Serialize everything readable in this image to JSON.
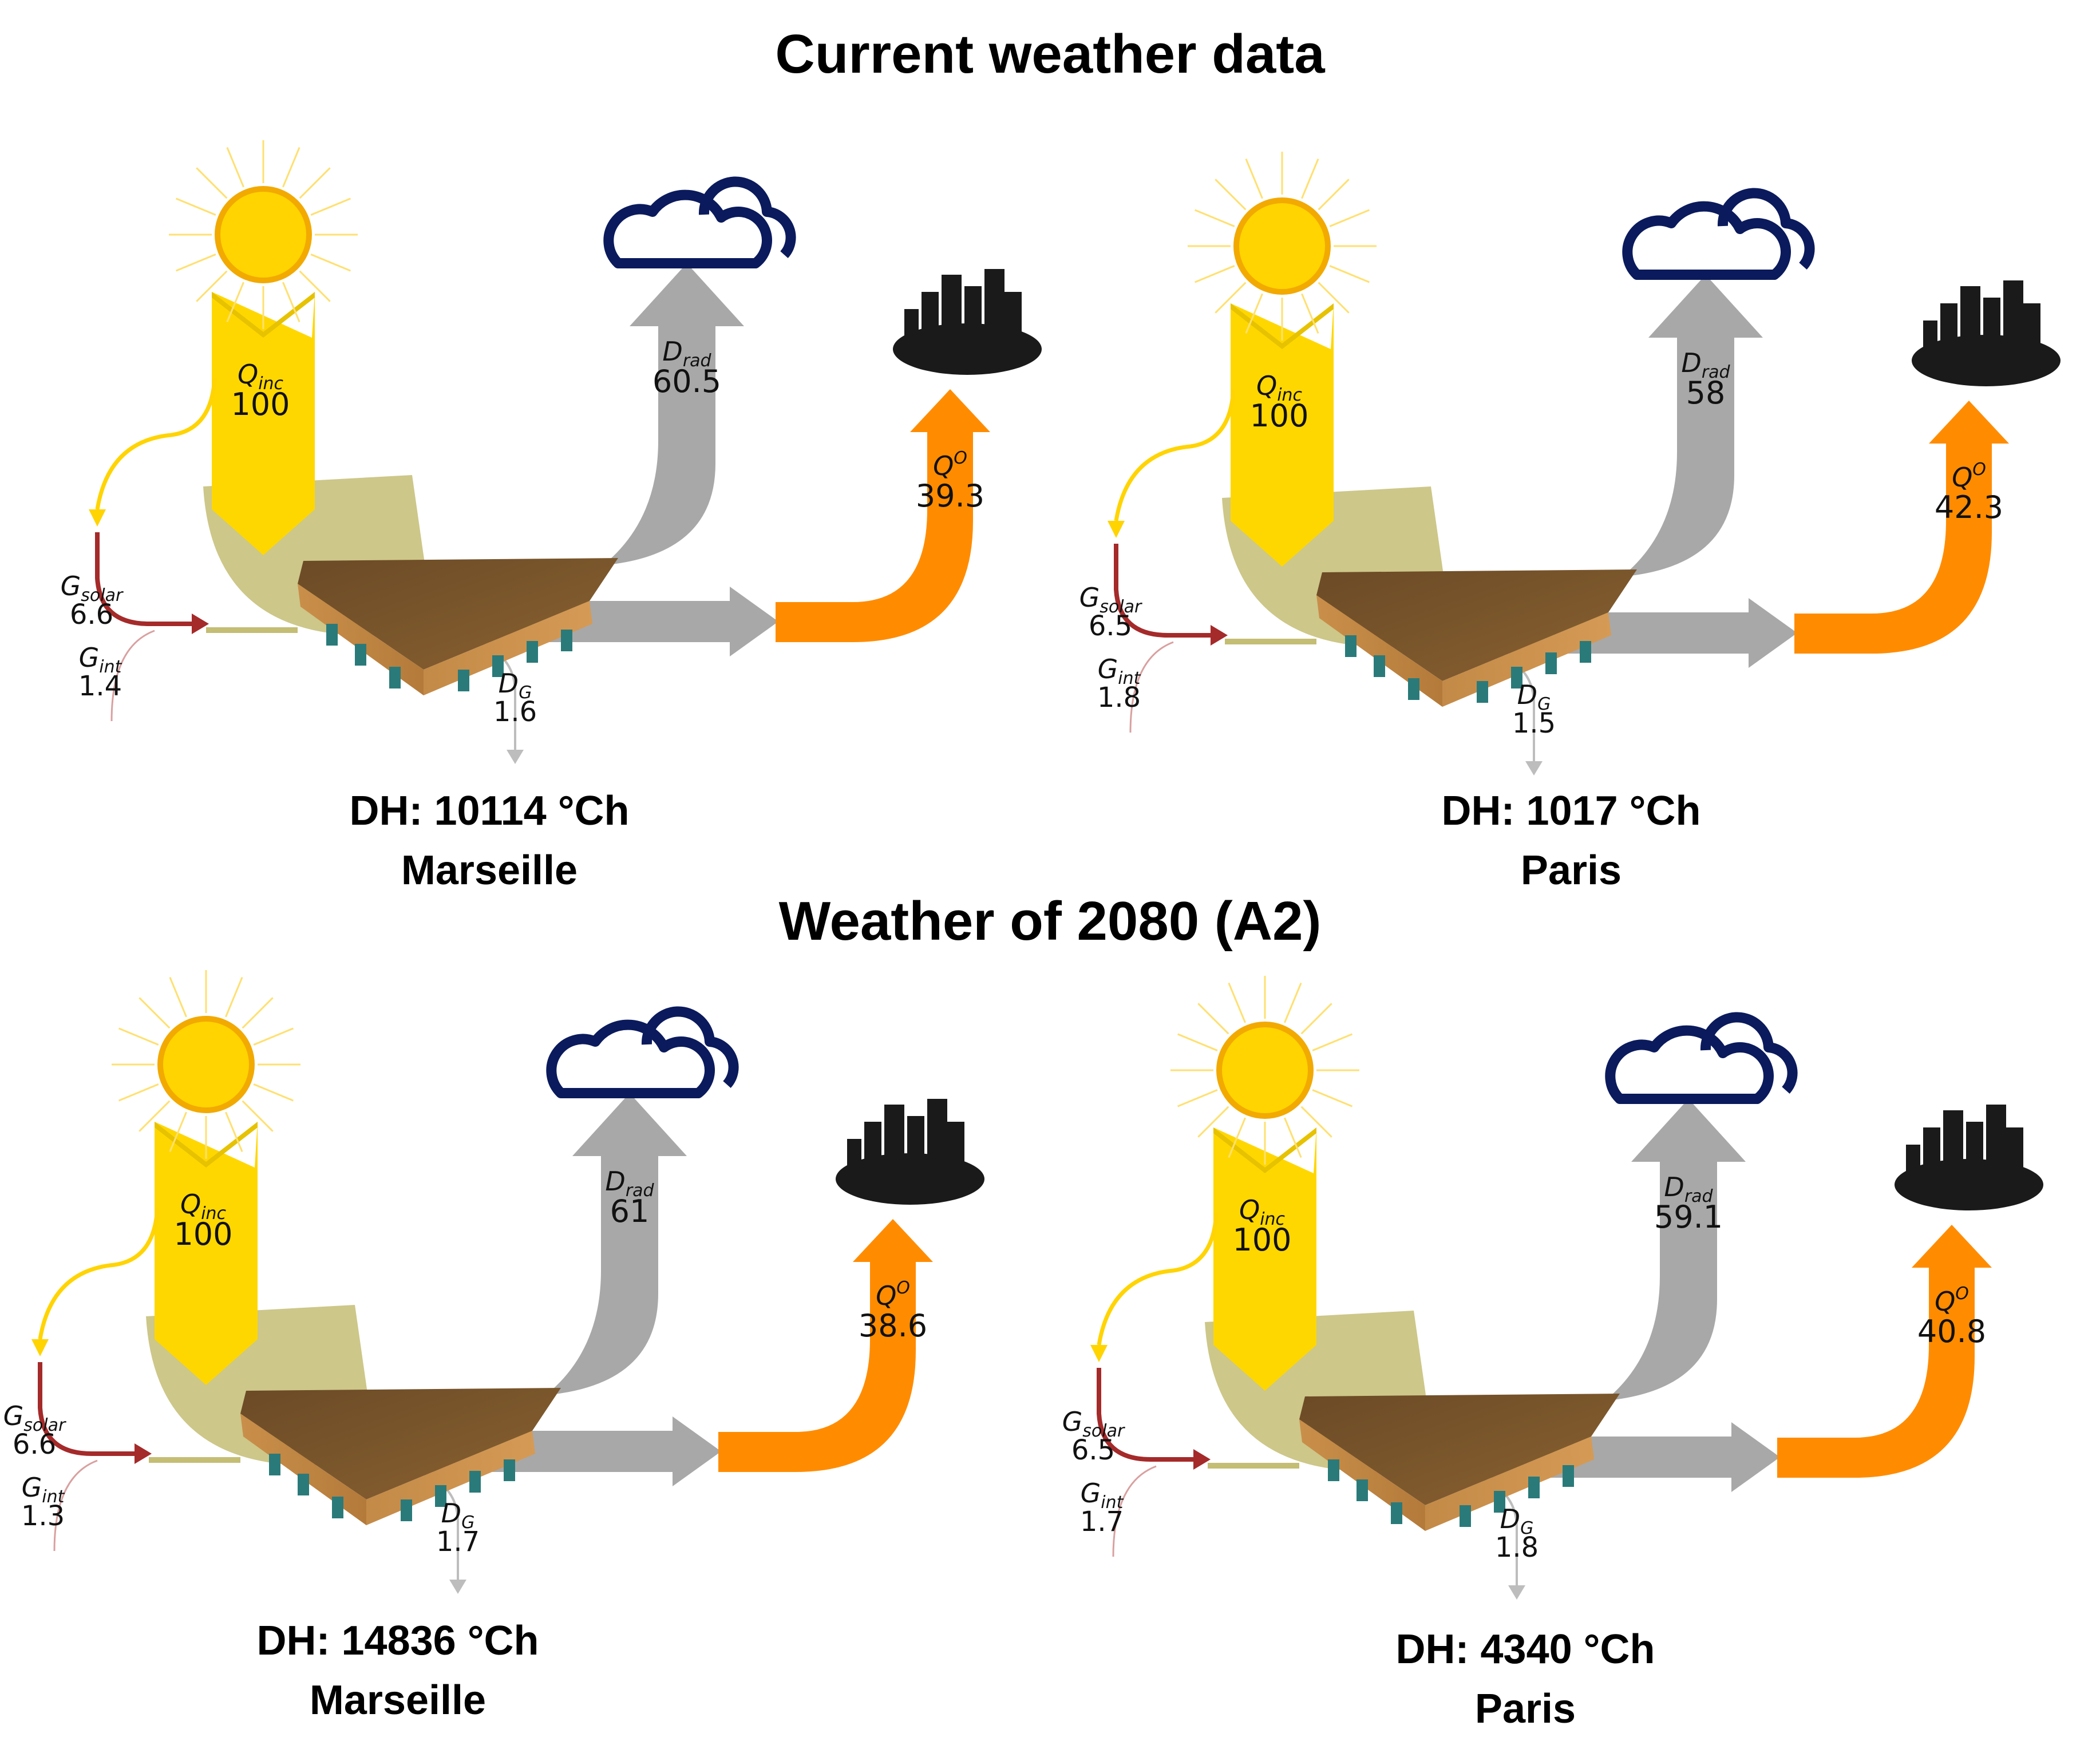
{
  "headings": {
    "current": "Current weather data",
    "future": "Weather of 2080 (A2)"
  },
  "flow_labels": {
    "q_inc": "Q",
    "q_inc_sub": "inc",
    "d_rad": "D",
    "d_rad_sub": "rad",
    "q_o": "Q",
    "q_o_sup": "O",
    "g_solar": "G",
    "g_solar_sub": "solar",
    "g_int": "G",
    "g_int_sub": "int",
    "d_g": "D",
    "d_g_sub": "G"
  },
  "colors": {
    "incident": "#ffd700",
    "reflected": "#a8a8a8",
    "outgoing": "#ff8c00",
    "absorbed": "#c4bd74",
    "solar_gain": "#a52a2a",
    "cloud_outline": "#0a1a5c",
    "sun": "#ffd400"
  },
  "panels": [
    {
      "dh": "DH: 10114 °Ch",
      "city": "Marseille",
      "q_inc": "100",
      "d_rad": "60.5",
      "q_o": "39.3",
      "g_solar": "6.6",
      "g_int": "1.4",
      "d_g": "1.6"
    },
    {
      "dh": "DH: 1017 °Ch",
      "city": "Paris",
      "q_inc": "100",
      "d_rad": "58",
      "q_o": "42.3",
      "g_solar": "6.5",
      "g_int": "1.8",
      "d_g": "1.5"
    },
    {
      "dh": "DH: 14836 °Ch",
      "city": "Marseille",
      "q_inc": "100",
      "d_rad": "61",
      "q_o": "38.6",
      "g_solar": "6.6",
      "g_int": "1.3",
      "d_g": "1.7"
    },
    {
      "dh": "DH: 4340 °Ch",
      "city": "Paris",
      "q_inc": "100",
      "d_rad": "59.1",
      "q_o": "40.8",
      "g_solar": "6.5",
      "g_int": "1.7",
      "d_g": "1.8"
    }
  ]
}
